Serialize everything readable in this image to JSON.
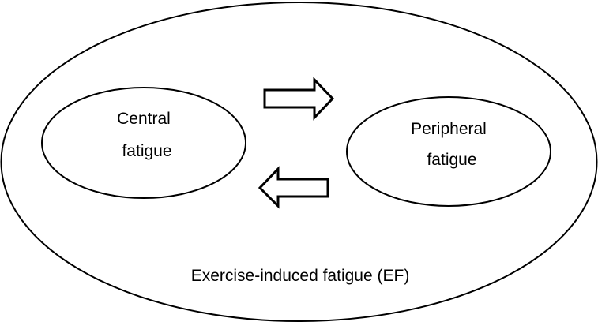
{
  "diagram": {
    "outer": {
      "label": "Exercise-induced fatigue (EF)"
    },
    "central": {
      "line1": "Central",
      "line2": "fatigue"
    },
    "peripheral": {
      "line1": "Peripheral",
      "line2": "fatigue"
    },
    "arrows": [
      {
        "direction": "right",
        "from": "Central fatigue",
        "to": "Peripheral fatigue"
      },
      {
        "direction": "left",
        "from": "Peripheral fatigue",
        "to": "Central fatigue"
      }
    ],
    "colors": {
      "stroke": "#000000",
      "fill": "#ffffff",
      "text": "#000000"
    }
  }
}
